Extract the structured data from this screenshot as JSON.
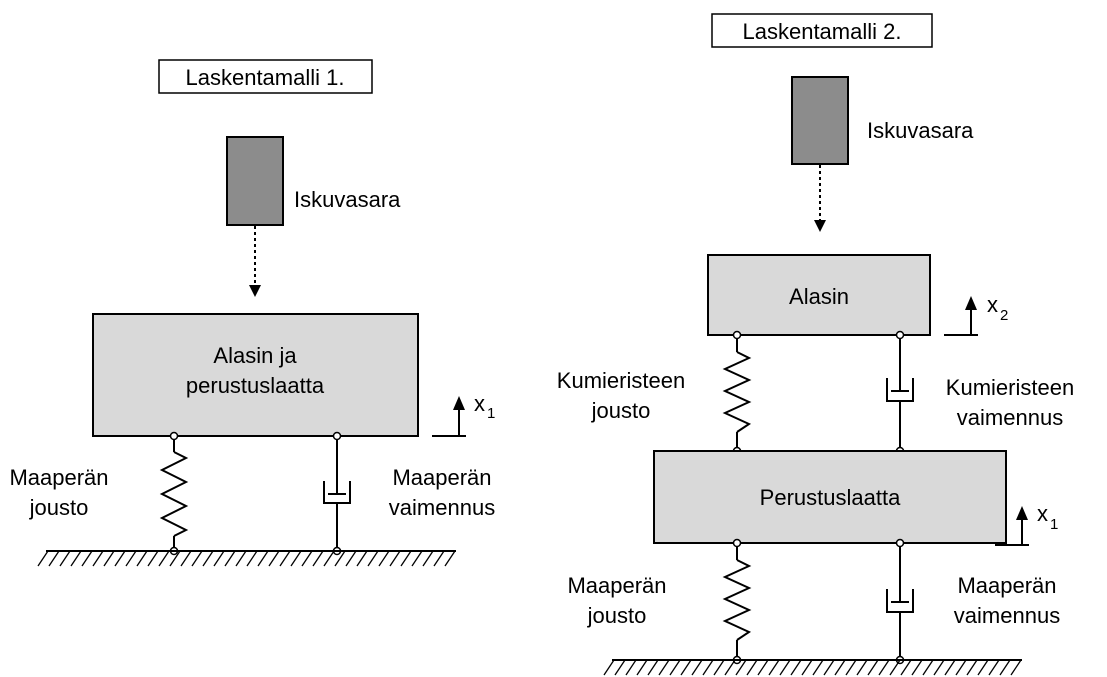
{
  "model1": {
    "title": "Laskentamalli 1.",
    "hammer": "Iskuvasara",
    "block_line1": "Alasin ja",
    "block_line2": "perustuslaatta",
    "disp_var": "x",
    "disp_sub": "1",
    "spring_line1": "Maaperän",
    "spring_line2": "jousto",
    "damper_line1": "Maaperän",
    "damper_line2": "vaimennus"
  },
  "model2": {
    "title": "Laskentamalli 2.",
    "hammer": "Iskuvasara",
    "upper_block": "Alasin",
    "upper_disp_var": "x",
    "upper_disp_sub": "2",
    "upper_spring_line1": "Kumieristeen",
    "upper_spring_line2": "jousto",
    "upper_damper_line1": "Kumieristeen",
    "upper_damper_line2": "vaimennus",
    "lower_block": "Perustuslaatta",
    "lower_disp_var": "x",
    "lower_disp_sub": "1",
    "lower_spring_line1": "Maaperän",
    "lower_spring_line2": "jousto",
    "lower_damper_line1": "Maaperän",
    "lower_damper_line2": "vaimennus"
  }
}
